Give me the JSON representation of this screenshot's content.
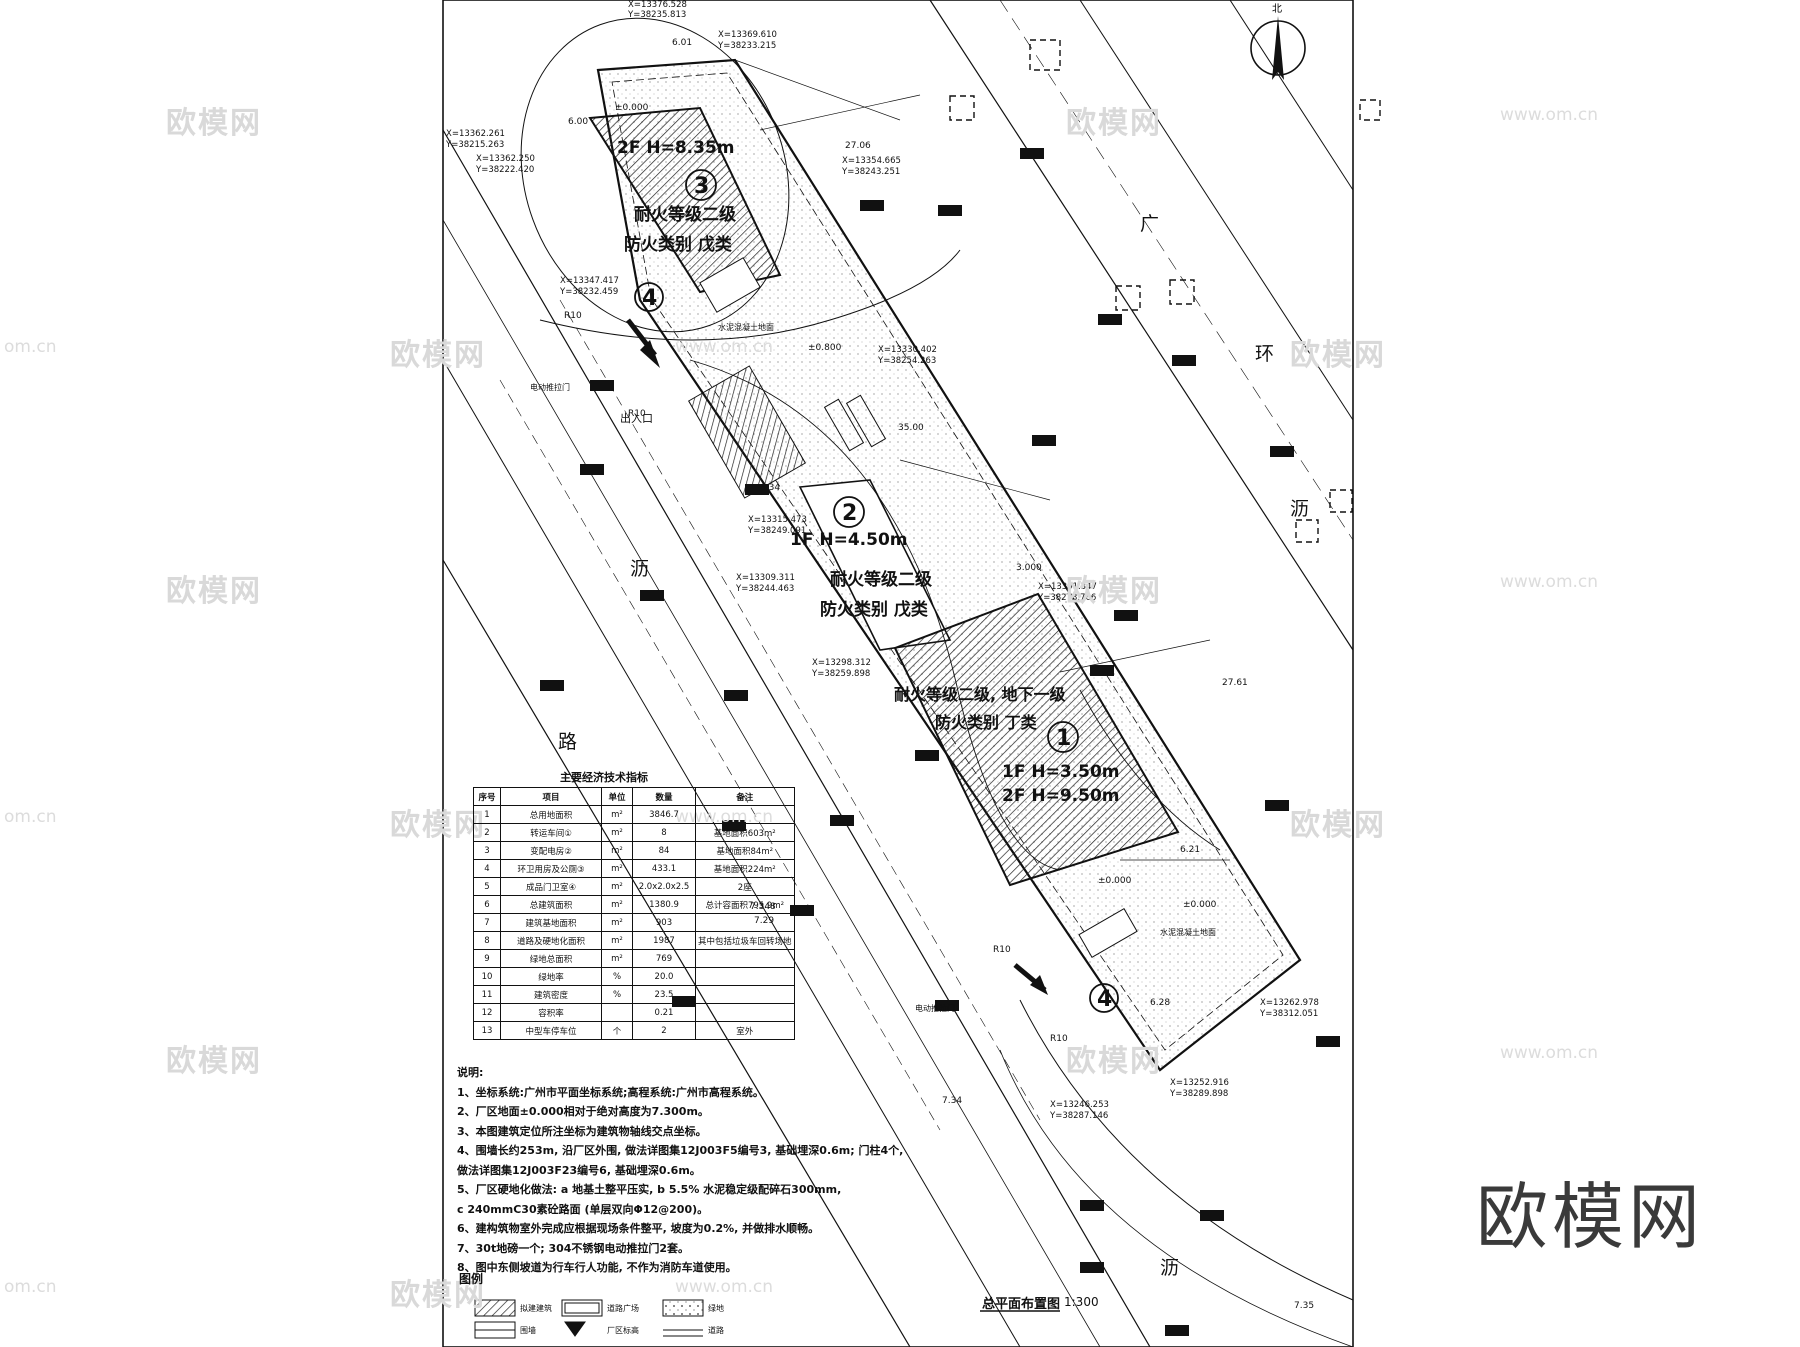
{
  "watermark": {
    "brand": "欧模网",
    "url": "www.om.cn",
    "url_short": "om.cn"
  },
  "buildings": [
    {
      "no": "3",
      "height": "2F H=8.35m",
      "fire_rating": "耐火等级二级",
      "fire_class": "防火类别 戊类"
    },
    {
      "no": "2",
      "height": "1F H=4.50m",
      "fire_rating": "耐火等级二级",
      "fire_class": "防火类别 戊类"
    },
    {
      "no": "1",
      "height_a": "1F H=3.50m",
      "height_b": "2F H=9.50m",
      "fire_rating": "耐火等级二级, 地下一级",
      "fire_class": "防火类别 丁类"
    },
    {
      "no": "4"
    }
  ],
  "plan_labels": {
    "elev_0": "±0.000",
    "elev_080": "±0.800",
    "elev_300": "3.000",
    "r10": "R10",
    "paving": "水泥混凝土地面",
    "road_chars": [
      "沥",
      "路",
      "沥"
    ],
    "side_chars": [
      "广",
      "环",
      "沥"
    ],
    "gate": "电动推拉门",
    "dims": [
      "6.00",
      "6.01",
      "27.06",
      "35.00",
      "27.61",
      "6.28",
      "6.21",
      "6.34"
    ],
    "entry": "出入口",
    "elev_small": [
      "7.348",
      "7.29",
      "7.34",
      "7.35"
    ]
  },
  "coords": [
    {
      "x": "X=13376.528",
      "y": "Y=38235.813"
    },
    {
      "x": "X=13369.610",
      "y": "Y=38233.215"
    },
    {
      "x": "X=13362.261",
      "y": "Y=38215.263"
    },
    {
      "x": "X=13362.250",
      "y": "Y=38222.420"
    },
    {
      "x": "X=13354.665",
      "y": "Y=38243.251"
    },
    {
      "x": "X=13347.417",
      "y": "Y=38232.459"
    },
    {
      "x": "X=13330.402",
      "y": "Y=38254.263"
    },
    {
      "x": "X=13315.473",
      "y": "Y=38249.091"
    },
    {
      "x": "X=13309.311",
      "y": "Y=38244.463"
    },
    {
      "x": "X=13301.347",
      "y": "Y=38273.766"
    },
    {
      "x": "X=13298.312",
      "y": "Y=38259.898"
    },
    {
      "x": "X=13262.978",
      "y": "Y=38312.051"
    },
    {
      "x": "X=13252.916",
      "y": "Y=38289.898"
    },
    {
      "x": "X=13246.253",
      "y": "Y=38287.146"
    }
  ],
  "econ_table": {
    "title": "主要经济技术指标",
    "headers": [
      "序号",
      "项目",
      "单位",
      "数量",
      "备注"
    ],
    "rows": [
      [
        "1",
        "总用地面积",
        "m²",
        "3846.7",
        ""
      ],
      [
        "2",
        "转运车间①",
        "m²",
        "8",
        "基地面积603m²"
      ],
      [
        "3",
        "变配电房②",
        "m²",
        "84",
        "基地面积84m²"
      ],
      [
        "4",
        "环卫用房及公厕③",
        "m²",
        "433.1",
        "基地面积224m²"
      ],
      [
        "5",
        "成品门卫室④",
        "m²",
        "2.0x2.0x2.5",
        "2座"
      ],
      [
        "6",
        "总建筑面积",
        "m²",
        "1380.9",
        "总计容面积795.9m²"
      ],
      [
        "7",
        "建筑基地面积",
        "m²",
        "903",
        ""
      ],
      [
        "8",
        "道路及硬地化面积",
        "m²",
        "1987",
        "其中包括垃圾车回转场地"
      ],
      [
        "9",
        "绿地总面积",
        "m²",
        "769",
        ""
      ],
      [
        "10",
        "绿地率",
        "%",
        "20.0",
        ""
      ],
      [
        "11",
        "建筑密度",
        "%",
        "23.5",
        ""
      ],
      [
        "12",
        "容积率",
        "",
        "0.21",
        ""
      ],
      [
        "13",
        "中型车停车位",
        "个",
        "2",
        "室外"
      ]
    ]
  },
  "notes": {
    "title": "说明:",
    "items": [
      "1、坐标系统:广州市平面坐标系统;高程系统:广州市高程系统。",
      "2、厂区地面±0.000相对于绝对高度为7.300m。",
      "3、本图建筑定位所注坐标为建筑物轴线交点坐标。",
      "4、围墙长约253m, 沿厂区外围, 做法详图集12J003F5编号3, 基础埋深0.6m; 门柱4个,",
      "   做法详图集12J003F23编号6, 基础埋深0.6m。",
      "5、厂区硬地化做法: a 地基土整平压实, b 5.5% 水泥稳定级配碎石300mm,",
      "   c 240mmC30素砼路面 (单层双向Φ12@200)。",
      "6、建构筑物室外完成应根据现场条件整平, 坡度为0.2%, 并做排水顺畅。",
      "7、30t地磅一个; 304不锈钢电动推拉门2套。",
      "8、图中东侧坡道为行车行人功能, 不作为消防车道使用。"
    ]
  },
  "legend": {
    "title": "图例",
    "items": [
      "拟建建筑",
      "道路广场",
      "绿地",
      "围墙",
      "厂区标高",
      "道路"
    ]
  },
  "plan_title": "总平面布置图",
  "plan_scale": "1:300",
  "north_label": "北",
  "colors": {
    "line": "#111111",
    "watermark": "#d9d9d9",
    "brand": "#3a3a3a"
  }
}
